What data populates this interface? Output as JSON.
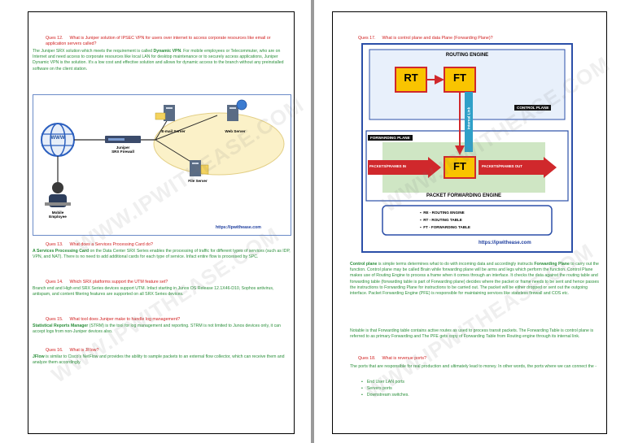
{
  "left": {
    "q12": {
      "num": "Ques 12.",
      "text": "What is Juniper solution of IPSEC VPN for users over internet to access corporate resources like email or application servers called?"
    },
    "a12": {
      "pre": "The Juniper SRX solution which meets the requirement is called ",
      "bold": "Dynamic VPN",
      "post": ". For mobile employees or Telecommuter, who are on Internet and need access to corporate resources like local LAN for desktop maintenance or to securely access applications, Juniper Dynamic VPN is the solution. It's a low cost and effective solution and allows for dynamic access to the branch without any preinstalled software on the client station."
    },
    "figure": {
      "email_server": "E-mail Server",
      "web_server": "Web Server",
      "firewall": "Juniper\nSRX Firewall",
      "file_server": "File Server",
      "mobile": "Mobile\nEmployee",
      "www": "WWW",
      "url": "https://ipwithease.com"
    },
    "q13": {
      "num": "Ques 13.",
      "text": "What does a Services Processing Card do?"
    },
    "a13": {
      "bold": "A Services Processing Card",
      "post": " on the Data Center SRX Series enables the processing of traffic for different types of services (such as IDP, VPN, and NAT). There is no need to add additional cards for each type of service. Infact entire flow is processed by SPC."
    },
    "q14": {
      "num": "Ques 14.",
      "text": "Which SRX platforms support the UTM feature set?"
    },
    "a14": {
      "text": "Branch end and High end SRX Series devices support UTM. Infact starting in Junos OS Release 12.1X46-D10, Sophos antivirus, antispam, and content filtering features are supported on all SRX Series devices."
    },
    "q15": {
      "num": "Ques 15.",
      "text": "What tool does Juniper make to handle log management?"
    },
    "a15": {
      "bold": "Statistical Reports Manager",
      "post": " (STRM) is the tool for log management and reporting. STRM is not limited to Junos devices only, it can accept logs from non-Juniper devices also."
    },
    "q16": {
      "num": "Ques 16.",
      "text": "What is JFlow?"
    },
    "a16": {
      "bold": "JFlow",
      "post": " is similar to Cisco's NetFlow and provides the ability to sample packets to an external flow collector, which can receive them and analyze them accordingly."
    },
    "watermark": "WWW.IPWITHEASE.COM"
  },
  "right": {
    "q17": {
      "num": "Ques 17.",
      "text": "What is control plane and data Plane (Forwarding Plane)?"
    },
    "figure": {
      "routing_engine": "ROUTING ENGINE",
      "rt": "RT",
      "ft_top": "FT",
      "internal_link": "Internal Link",
      "control_plane": "CONTROL PLANE",
      "forwarding_plane": "FORWARDING PLANE",
      "packets_in": "PACKETS/FRAMES IN",
      "ft_bottom": "FT",
      "packets_out": "PACKETS/FRAMES OUT",
      "pfe": "PACKET FORWARDING ENGINE",
      "legend": [
        "RE - ROUTING ENGINE",
        "RT - ROUTING TABLE",
        "FT - FORWARDING TABLE"
      ],
      "url": "https://ipwithease.com"
    },
    "p1": {
      "bold1": "Control plane",
      "t1": " is simple terms determines what to do with incoming data and accordingly instructs ",
      "bold2": "Forwarding Plane",
      "t2": " to carry out the function. Control plane may be called Brain while forwarding plane will be arms and legs which perform the function. Control Plane makes use of Routing Engine to process a frame when it comes through an interface. It checks the data against the routing table and forwarding table (forwarding table is part of Forwarding plane) decides where the packet or frame needs to be sent and hence passes the instructions to Forwarding Plane for instructions to be carried out. The packet will be either dropped or sent out the outgoing interface. Packet Forwarding Engine (PFE) is responsible for maintaining services like stateless firewall and COS etc."
    },
    "p2": {
      "text": "Notable is that Forwarding table contains active routes as used to process transit packets. The Forwarding Table is control plane is referred to as primary Forwarding and The PFE gets copy of Forwarding Table from Routing engine through its internal link."
    },
    "q18": {
      "num": "Ques 18.",
      "text": "What is revenue ports?"
    },
    "a18": {
      "text": "The ports that are responsible for real production and ultimately lead to money. In other words, the ports where we can connect the -"
    },
    "bullets": [
      "End User LAN ports",
      "Servers ports",
      "Downstream switches."
    ],
    "watermark": "WWW.IPWITHEASE.COM"
  }
}
